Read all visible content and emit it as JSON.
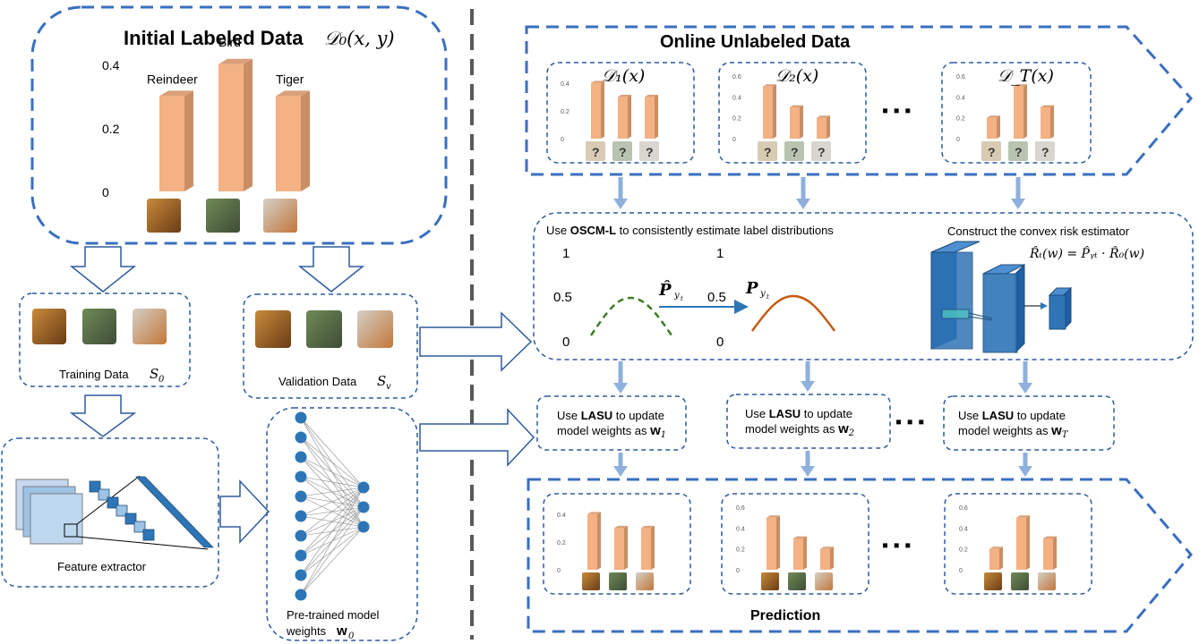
{
  "colors": {
    "dashed_border": "#2e5a9e",
    "thick_dashed": "#3a6fbf",
    "arrow_blue": "#8fb0dc",
    "bar_front": "#f4b183",
    "bar_side": "#c98e63",
    "bar_top": "#d9a07a",
    "curve_dashed": "#3a7d22",
    "curve_solid": "#c55a11",
    "neuron": "#2e75b6",
    "cnn_block": "#2e75b6",
    "feature_box": "#9dc3e6",
    "separator": "#595959"
  },
  "initial": {
    "title": "Initial Labeled Data",
    "math": "𝒟₀(x, y)",
    "chart_data": {
      "type": "bar",
      "categories": [
        "Reindeer",
        "Bird",
        "Tiger"
      ],
      "values": [
        0.3,
        0.4,
        0.3
      ],
      "ylim": [
        0,
        0.45
      ],
      "yticks": [
        "0",
        "0.2",
        "0.4"
      ],
      "images": [
        "deer",
        "bird",
        "tiger"
      ]
    }
  },
  "online": {
    "title": "Online Unlabeled Data",
    "ellipsis": "▪ ▪ ▪",
    "charts": [
      {
        "label": "𝒟₁(x)",
        "type": "bar",
        "values": [
          0.4,
          0.3,
          0.3
        ],
        "yticks": [
          "0",
          "0.2",
          "0.4"
        ],
        "ymax": 0.45,
        "images": [
          "?",
          "?",
          "?"
        ]
      },
      {
        "label": "𝒟₂(x)",
        "type": "bar",
        "values": [
          0.5,
          0.3,
          0.2
        ],
        "yticks": [
          "0",
          "0.2",
          "0.4",
          "0.6"
        ],
        "ymax": 0.6,
        "images": [
          "?",
          "?",
          "?"
        ]
      },
      {
        "label": "𝒟_T(x)",
        "type": "bar",
        "values": [
          0.2,
          0.5,
          0.3
        ],
        "yticks": [
          "0",
          "0.2",
          "0.4",
          "0.6"
        ],
        "ymax": 0.6,
        "images": [
          "?",
          "?",
          "?"
        ]
      }
    ]
  },
  "oscm": {
    "text_pre": "Use ",
    "text_bold": "OSCM-L",
    "text_post": " to consistently estimate label distributions",
    "est_label": "P̂",
    "est_sub": "y",
    "est_subsub": "t",
    "true_label": "P",
    "true_sub": "y",
    "true_subsub": "t",
    "curve_ticks": [
      "1",
      "0.5",
      "0"
    ],
    "risk_title": "Construct the convex risk estimator",
    "risk_formula": "R̂ₜ(w) = P̂ᵧₜ · R̂₀(w)"
  },
  "lasu": [
    {
      "pre": "Use ",
      "bold": "LASU",
      "post": " to update",
      "line2": "model weights as",
      "w": "w",
      "sub": "1"
    },
    {
      "pre": "Use ",
      "bold": "LASU",
      "post": " to update",
      "line2": "model weights as",
      "w": "w",
      "sub": "2"
    },
    {
      "pre": "Use ",
      "bold": "LASU",
      "post": " to update",
      "line2": "model weights as",
      "w": "w",
      "sub": "T"
    }
  ],
  "lasu_ellipsis": "▪ ▪ ▪",
  "prediction": {
    "title": "Prediction",
    "ellipsis": "▪ ▪ ▪",
    "charts": [
      {
        "type": "bar",
        "values": [
          0.4,
          0.3,
          0.3
        ],
        "yticks": [
          "0",
          "0.2",
          "0.4"
        ],
        "ymax": 0.45
      },
      {
        "type": "bar",
        "values": [
          0.5,
          0.3,
          0.2
        ],
        "yticks": [
          "0",
          "0.2",
          "0.4",
          "0.6"
        ],
        "ymax": 0.6
      },
      {
        "type": "bar",
        "values": [
          0.2,
          0.5,
          0.3
        ],
        "yticks": [
          "0",
          "0.2",
          "0.4",
          "0.6"
        ],
        "ymax": 0.6
      }
    ]
  },
  "training": {
    "label": "Training Data",
    "math": "S",
    "sub": "0"
  },
  "validation": {
    "label": "Validation Data",
    "math": "S",
    "sub": "v"
  },
  "feature": {
    "label": "Feature extractor"
  },
  "pretrained": {
    "line1": "Pre-trained model",
    "line2": "weights",
    "w": "w",
    "sub": "0"
  }
}
